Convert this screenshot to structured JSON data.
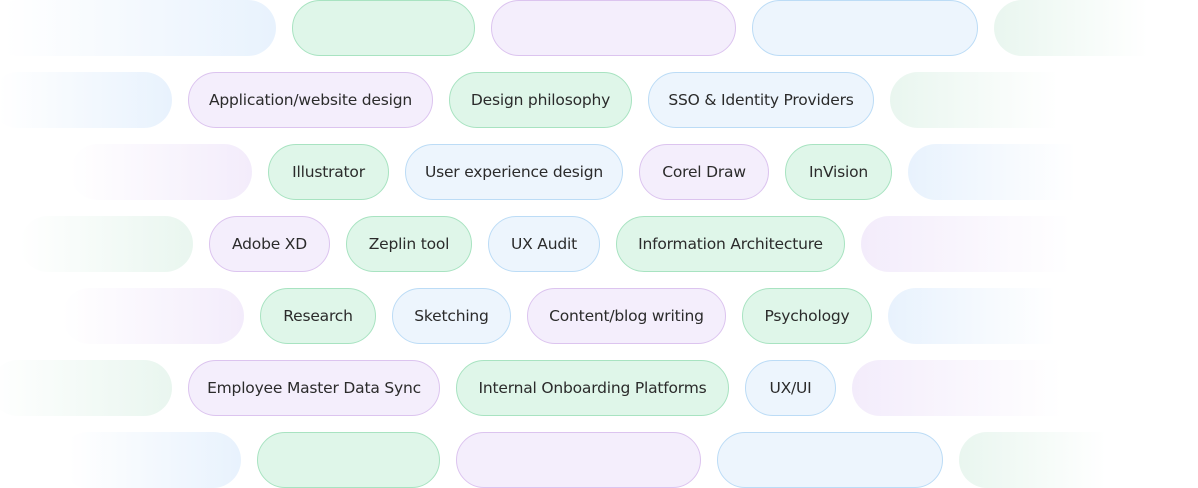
{
  "colors": {
    "green_fill": "#dff6e9",
    "green_border": "#a8e3c1",
    "purple_fill": "#f4eefc",
    "purple_border": "#dcc4ef",
    "blue_fill": "#edf5fd",
    "blue_border": "#bcdcf6",
    "text": "#2b2b2b"
  },
  "tags": {
    "row2": [
      "Application/website design",
      "Design philosophy",
      "SSO & Identity Providers"
    ],
    "row3": [
      "Illustrator",
      "User experience design",
      "Corel Draw",
      "InVision"
    ],
    "row4": [
      "Adobe XD",
      "Zeplin tool",
      "UX Audit",
      "Information Architecture"
    ],
    "row5": [
      "Research",
      "Sketching",
      "Content/blog writing",
      "Psychology"
    ],
    "row6": [
      "Employee Master Data Sync",
      "Internal Onboarding Platforms",
      "UX/UI"
    ]
  }
}
